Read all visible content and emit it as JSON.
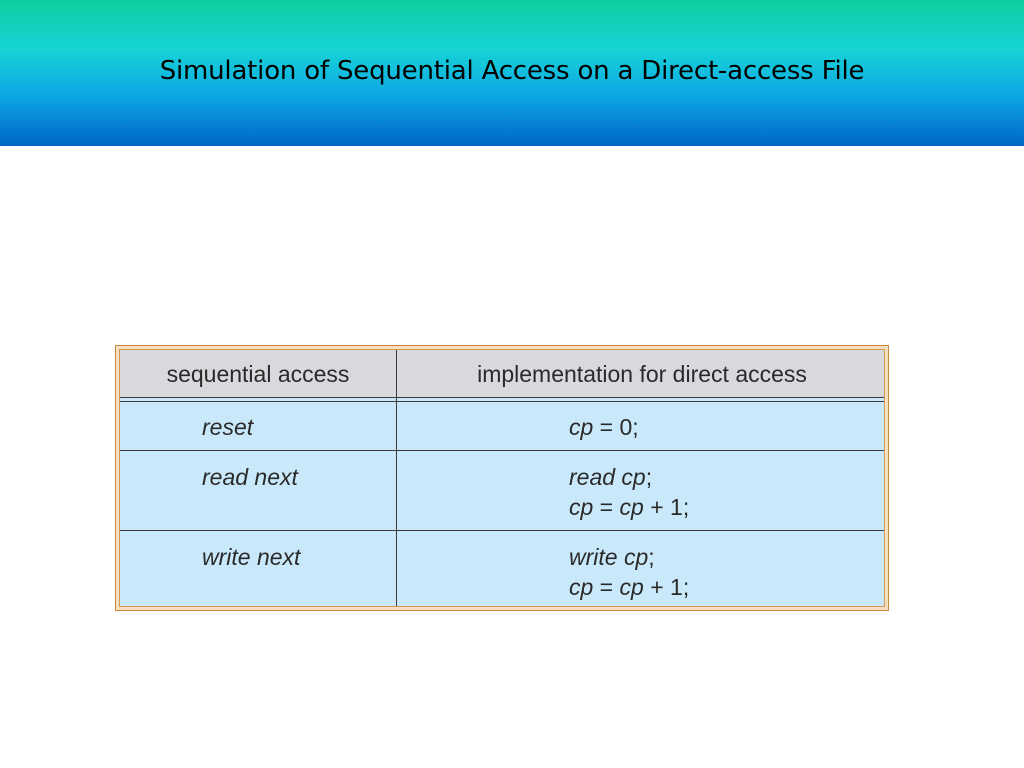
{
  "slide": {
    "title": "Simulation of Sequential Access on a Direct-access File"
  },
  "table": {
    "headers": [
      "sequential access",
      "implementation for direct access"
    ],
    "rows": [
      {
        "operation": "reset",
        "implementation": {
          "line1_var": "cp",
          "line1_rest": " = 0;"
        }
      },
      {
        "operation": "read next",
        "implementation": {
          "line1_var": "read cp",
          "line1_rest": ";",
          "line2_var_a": "cp",
          "line2_eq": " = ",
          "line2_var_b": "cp",
          "line2_rest": " + 1;"
        }
      },
      {
        "operation": "write next",
        "implementation": {
          "line1_var": "write cp",
          "line1_rest": ";",
          "line2_var_a": "cp",
          "line2_eq": " = ",
          "line2_var_b": "cp",
          "line2_rest": " + 1;"
        }
      }
    ]
  }
}
